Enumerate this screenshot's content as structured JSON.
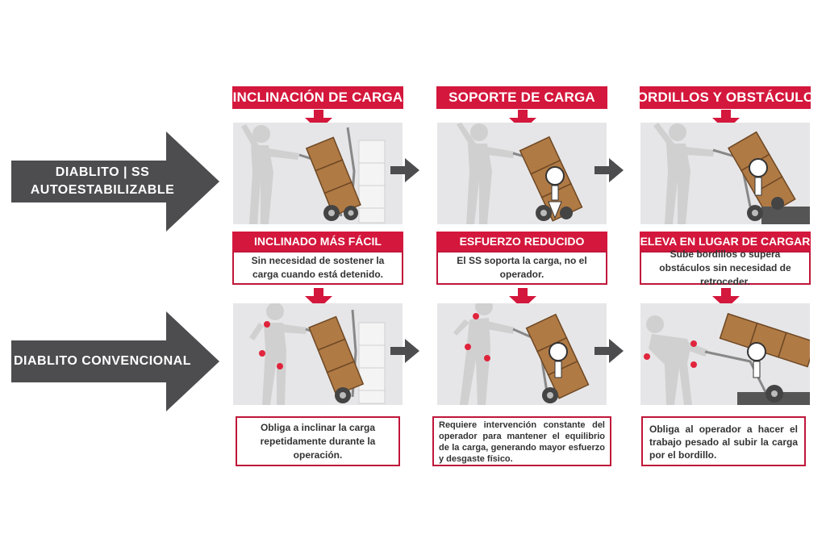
{
  "colors": {
    "accent": "#d4173c",
    "dark_arrow": "#4d4d4f",
    "panel_bg": "#e6e6e8",
    "figure": "#d2d2d2",
    "box": "#b07a45",
    "pain": "#e0102a"
  },
  "rows": [
    {
      "label_line1": "DIABLITO | SS",
      "label_line2": "AUTOESTABILIZABLE"
    },
    {
      "label_line1": "DIABLITO CONVENCIONAL",
      "label_line2": ""
    }
  ],
  "columns": [
    {
      "header": "INCLINACIÓN DE CARGA",
      "sub_header": "INCLINADO MÁS FÁCIL",
      "ss_text": "Sin necesidad de sostener la carga cuando está detenido.",
      "conv_text": "Obliga a inclinar la carga repetidamente durante la operación."
    },
    {
      "header": "SOPORTE DE CARGA",
      "sub_header": "ESFUERZO REDUCIDO",
      "ss_text": "El SS soporta la carga, no el operador.",
      "conv_text": "Requiere intervención constante del operador para mantener el equilibrio de la carga, generando mayor esfuerzo y desgaste físico."
    },
    {
      "header": "BORDILLOS Y OBSTÁCULOS",
      "sub_header": "ELEVA EN LUGAR DE CARGAR",
      "ss_text": "Sube bordillos o supera obstáculos sin necesidad de retroceder.",
      "conv_text": "Obliga al operador a hacer el trabajo pesado al subir la carga por el bordillo."
    }
  ]
}
